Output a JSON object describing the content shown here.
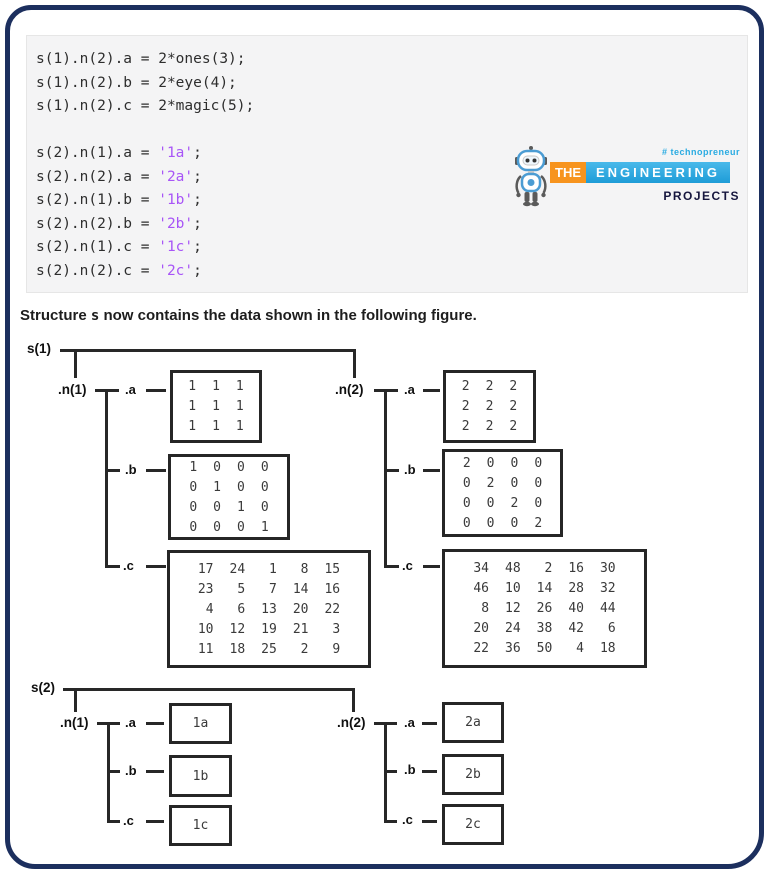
{
  "code": {
    "string_color": "#a855f7",
    "lines": [
      {
        "plain": "s(1).n(2).a = 2*ones(3);"
      },
      {
        "plain": "s(1).n(2).b = 2*eye(4);"
      },
      {
        "plain": "s(1).n(2).c = 2*magic(5);"
      },
      {
        "plain": ""
      },
      {
        "pre": "s(2).n(1).a = ",
        "str": "'1a'",
        "post": ";"
      },
      {
        "pre": "s(2).n(2).a = ",
        "str": "'2a'",
        "post": ";"
      },
      {
        "pre": "s(2).n(1).b = ",
        "str": "'1b'",
        "post": ";"
      },
      {
        "pre": "s(2).n(2).b = ",
        "str": "'2b'",
        "post": ";"
      },
      {
        "pre": "s(2).n(1).c = ",
        "str": "'1c'",
        "post": ";"
      },
      {
        "pre": "s(2).n(2).c = ",
        "str": "'2c'",
        "post": ";"
      }
    ]
  },
  "logo": {
    "hashtag": "# technopreneur",
    "the": "THE",
    "engineering": "ENGINEERING",
    "projects": "PROJECTS",
    "orange": "#f7941e",
    "blue": "#29abe2"
  },
  "paragraph": {
    "before": "Structure ",
    "var": "s",
    "after": " now contains the data shown in the following figure."
  },
  "figure": {
    "s1": {
      "label": "s(1)",
      "n1": {
        "label": ".n(1)",
        "fields": [
          {
            "label": ".a",
            "matrix": [
              [
                1,
                1,
                1
              ],
              [
                1,
                1,
                1
              ],
              [
                1,
                1,
                1
              ]
            ]
          },
          {
            "label": ".b",
            "matrix": [
              [
                1,
                0,
                0,
                0
              ],
              [
                0,
                1,
                0,
                0
              ],
              [
                0,
                0,
                1,
                0
              ],
              [
                0,
                0,
                0,
                1
              ]
            ]
          },
          {
            "label": ".c",
            "matrix": [
              [
                17,
                24,
                1,
                8,
                15
              ],
              [
                23,
                5,
                7,
                14,
                16
              ],
              [
                4,
                6,
                13,
                20,
                22
              ],
              [
                10,
                12,
                19,
                21,
                3
              ],
              [
                11,
                18,
                25,
                2,
                9
              ]
            ]
          }
        ]
      },
      "n2": {
        "label": ".n(2)",
        "fields": [
          {
            "label": ".a",
            "matrix": [
              [
                2,
                2,
                2
              ],
              [
                2,
                2,
                2
              ],
              [
                2,
                2,
                2
              ]
            ]
          },
          {
            "label": ".b",
            "matrix": [
              [
                2,
                0,
                0,
                0
              ],
              [
                0,
                2,
                0,
                0
              ],
              [
                0,
                0,
                2,
                0
              ],
              [
                0,
                0,
                0,
                2
              ]
            ]
          },
          {
            "label": ".c",
            "matrix": [
              [
                34,
                48,
                2,
                16,
                30
              ],
              [
                46,
                10,
                14,
                28,
                32
              ],
              [
                8,
                12,
                26,
                40,
                44
              ],
              [
                20,
                24,
                38,
                42,
                6
              ],
              [
                22,
                36,
                50,
                4,
                18
              ]
            ]
          }
        ]
      }
    },
    "s2": {
      "label": "s(2)",
      "n1": {
        "label": ".n(1)",
        "fields": [
          {
            "label": ".a",
            "value": "1a"
          },
          {
            "label": ".b",
            "value": "1b"
          },
          {
            "label": ".c",
            "value": "1c"
          }
        ]
      },
      "n2": {
        "label": ".n(2)",
        "fields": [
          {
            "label": ".a",
            "value": "2a"
          },
          {
            "label": ".b",
            "value": "2b"
          },
          {
            "label": ".c",
            "value": "2c"
          }
        ]
      }
    }
  }
}
